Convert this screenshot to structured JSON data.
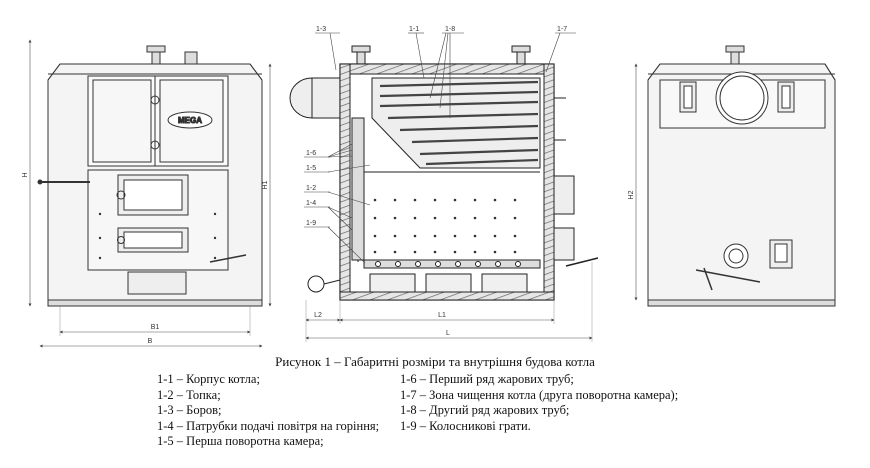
{
  "figure": {
    "caption": "Рисунок 1 – Габаритні розміри та внутрішня будова котла",
    "legend_left": [
      "1-1 – Корпус котла;",
      "1-2 – Топка;",
      "1-3 – Боров;",
      "1-4 – Патрубки  подачі повітря на горіння;",
      "1-5 – Перша поворотна камера;"
    ],
    "legend_right": [
      "1-6 – Перший ряд жарових труб;",
      "1-7 – Зона чищення котла (друга поворотна камера);",
      "1-8 – Другий ряд жарових труб;",
      "1-9 – Колосникові грати."
    ]
  },
  "drawing": {
    "brand": "MEGA",
    "callouts": [
      "1-3",
      "1-1",
      "1-8",
      "1-7",
      "1-6",
      "1-5",
      "1-2",
      "1-4",
      "1-9"
    ],
    "dimensions": {
      "front_height": "H",
      "front_height_inner": "H1",
      "front_width_inner": "B1",
      "front_width": "B",
      "side_l2": "L2",
      "side_l1": "L1",
      "side_length": "L",
      "rear_height": "H2"
    }
  }
}
